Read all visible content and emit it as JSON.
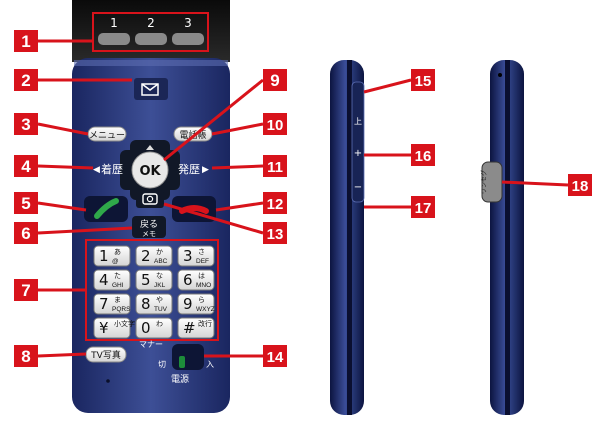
{
  "badges": [
    {
      "num": "1"
    },
    {
      "num": "2"
    },
    {
      "num": "3"
    },
    {
      "num": "4"
    },
    {
      "num": "5"
    },
    {
      "num": "6"
    },
    {
      "num": "7"
    },
    {
      "num": "8"
    },
    {
      "num": "9"
    },
    {
      "num": "10"
    },
    {
      "num": "11"
    },
    {
      "num": "12"
    },
    {
      "num": "13"
    },
    {
      "num": "14"
    },
    {
      "num": "15"
    },
    {
      "num": "16"
    },
    {
      "num": "17"
    },
    {
      "num": "18"
    }
  ],
  "top_keys": [
    {
      "label": "1"
    },
    {
      "label": "2"
    },
    {
      "label": "3"
    }
  ],
  "buttons": {
    "menu": "メニュー",
    "phonebook": "電話帳",
    "call_history": "着歴",
    "dial_history": "発歴",
    "ok": "OK",
    "back_main": "戻る",
    "back_sub": "メモ",
    "tv": "TV写真",
    "manner": "マナー",
    "power_off": "切",
    "power_on": "入",
    "power": "電源"
  },
  "keypad": [
    {
      "main": "1",
      "kana": "あ",
      "sub": "@"
    },
    {
      "main": "2",
      "kana": "か",
      "sub": "ABC"
    },
    {
      "main": "3",
      "kana": "さ",
      "sub": "DEF"
    },
    {
      "main": "4",
      "kana": "た",
      "sub": "GHI"
    },
    {
      "main": "5",
      "kana": "な",
      "sub": "JKL"
    },
    {
      "main": "6",
      "kana": "は",
      "sub": "MNO"
    },
    {
      "main": "7",
      "kana": "ま",
      "sub": "PQRS"
    },
    {
      "main": "8",
      "kana": "や",
      "sub": "TUV"
    },
    {
      "main": "9",
      "kana": "ら",
      "sub": "WXYZ"
    },
    {
      "main": "¥",
      "kana": "小文字",
      "sub": ""
    },
    {
      "main": "0",
      "kana": "わ",
      "sub": ""
    },
    {
      "main": "#",
      "kana": "改行",
      "sub": ""
    }
  ],
  "side": {
    "volume_label": "上",
    "plus": "+",
    "minus": "−",
    "tv_key": "ワンセグ"
  },
  "colors": {
    "badge": "#d8131b",
    "body": "#2b3b78",
    "body_dark": "#142050",
    "key_face": "#f2f2f2"
  }
}
